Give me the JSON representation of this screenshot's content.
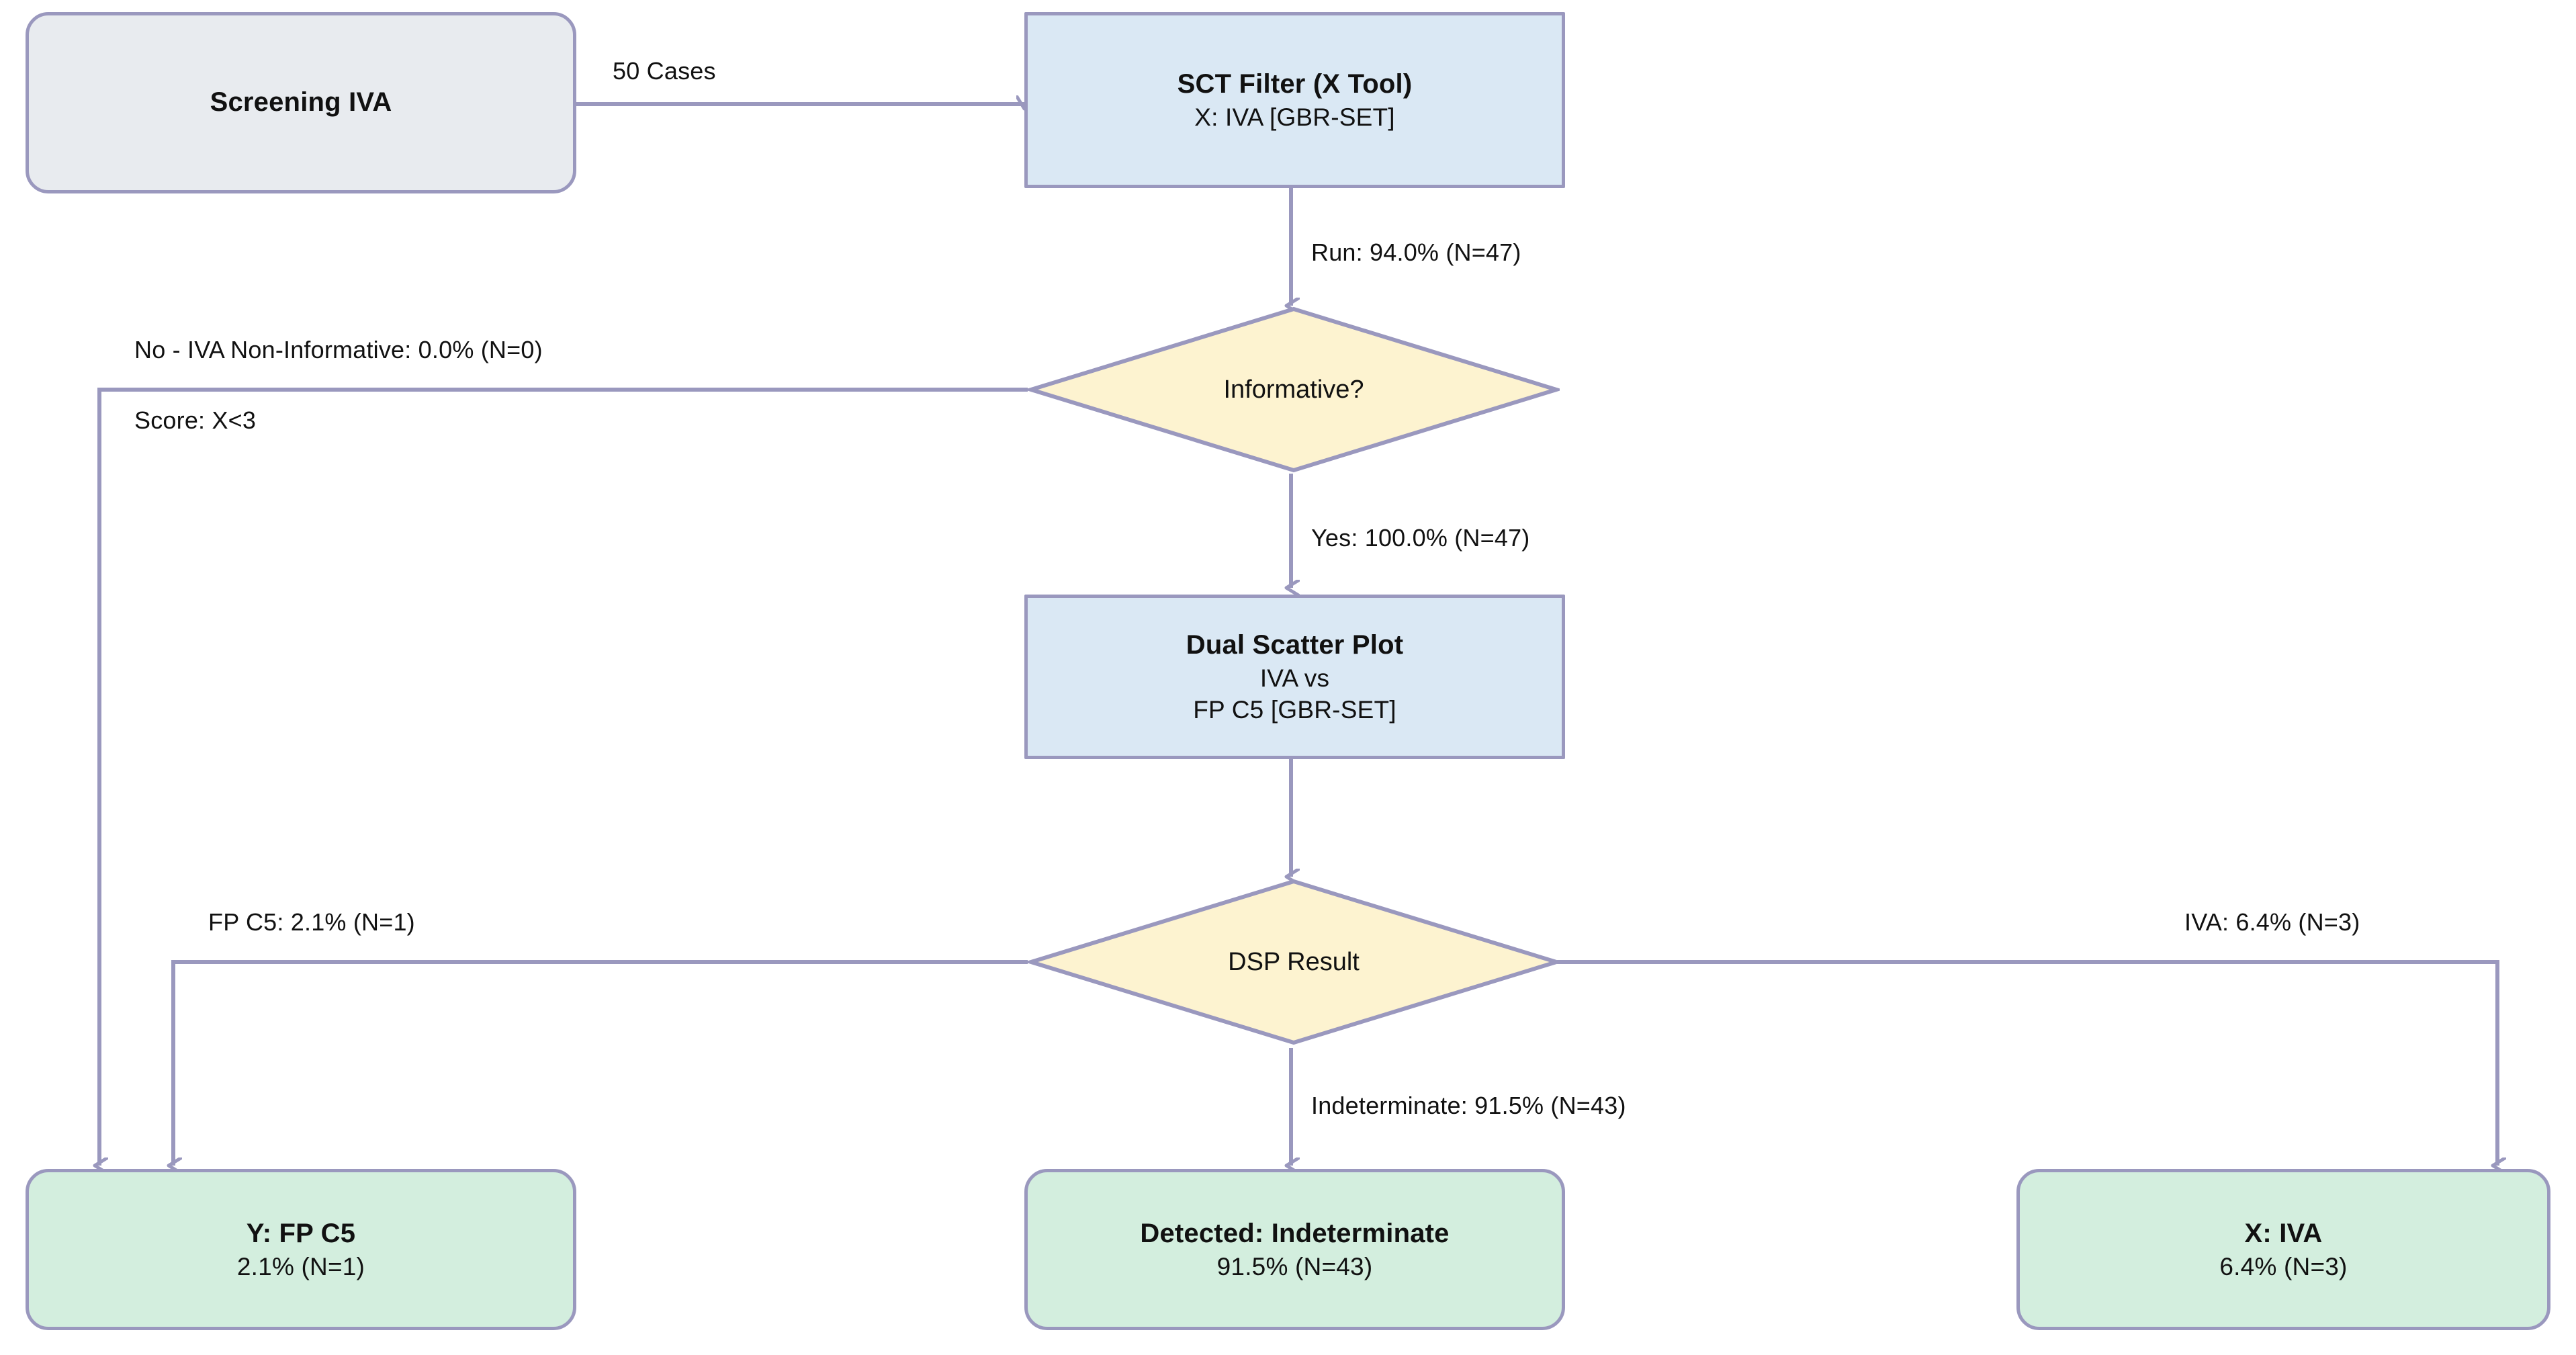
{
  "diagram": {
    "type": "flowchart",
    "title": "Screening IVA SCT Filter / Dual Scatter Plot decision flow",
    "colors": {
      "start_fill": "#e8ebef",
      "process_fill": "#dae8f4",
      "decision_fill": "#fdf3d0",
      "terminal_fill": "#d3eede",
      "border": "#9a98be",
      "edge": "#9a98be",
      "text": "#111111"
    },
    "nodes": {
      "screening": {
        "shape": "rounded-rect",
        "title": "Screening IVA",
        "sub": ""
      },
      "sct_filter": {
        "shape": "rect",
        "title": "SCT Filter (X Tool)",
        "sub": "X: IVA [GBR-SET]"
      },
      "informative": {
        "shape": "diamond",
        "title": "Informative?"
      },
      "dual_scatter": {
        "shape": "rect",
        "title": "Dual Scatter Plot",
        "sub1": "IVA  vs",
        "sub2": "FP C5 [GBR-SET]"
      },
      "dsp_result": {
        "shape": "diamond",
        "title": "DSP Result"
      },
      "out_fpc5": {
        "shape": "rounded-rect",
        "title": "Y: FP C5",
        "sub": "2.1%  (N=1)"
      },
      "out_indeterminate": {
        "shape": "rounded-rect",
        "title": "Detected: Indeterminate",
        "sub": "91.5%  (N=43)"
      },
      "out_iva": {
        "shape": "rounded-rect",
        "title": "X: IVA",
        "sub": "6.4%  (N=3)"
      }
    },
    "edges": {
      "cases": "50 Cases",
      "run": "Run:  94.0%  (N=47)",
      "no_noninformative": "No - IVA Non-Informative:  0.0%  (N=0)",
      "score": "Score: X<3",
      "yes": "Yes:  100.0%  (N=47)",
      "fp_c5": "FP C5:  2.1%  (N=1)",
      "iva_right": "IVA:  6.4%  (N=3)",
      "indeterminate": "Indeterminate:  91.5%  (N=43)"
    }
  }
}
